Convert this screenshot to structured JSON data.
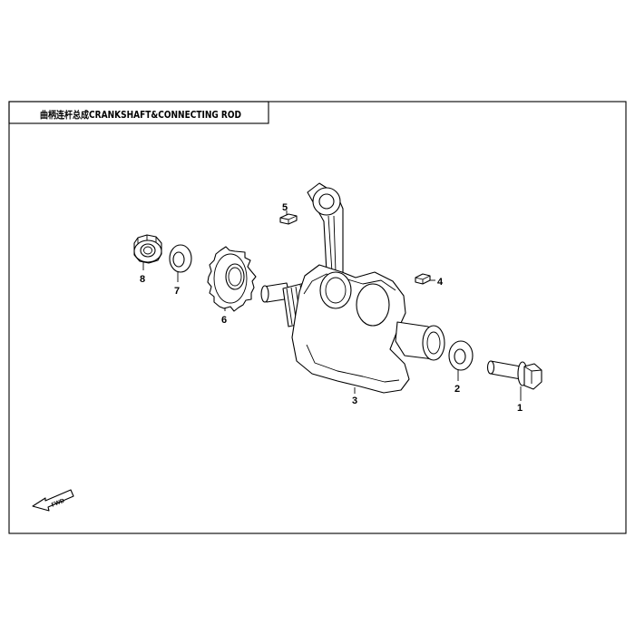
{
  "title": {
    "text": "曲柄连杆总成CRANKSHAFT&CONNECTING ROD"
  },
  "fwd_label": "FWD",
  "callouts": {
    "p1": "1",
    "p2": "2",
    "p3": "3",
    "p4": "4",
    "p5": "5",
    "p6": "6",
    "p7": "7",
    "p8": "8"
  }
}
